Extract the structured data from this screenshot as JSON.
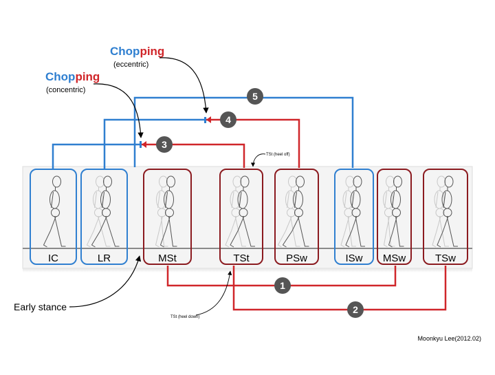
{
  "phases": [
    {
      "label": "IC",
      "color": "blue"
    },
    {
      "label": "LR",
      "color": "blue"
    },
    {
      "label": "MSt",
      "color": "red"
    },
    {
      "label": "TSt",
      "color": "red"
    },
    {
      "label": "PSw",
      "color": "red"
    },
    {
      "label": "ISw",
      "color": "blue"
    },
    {
      "label": "MSw",
      "color": "red"
    },
    {
      "label": "TSw",
      "color": "red"
    }
  ],
  "connections": [
    {
      "number": "1",
      "color": "red"
    },
    {
      "number": "2",
      "color": "red"
    },
    {
      "number": "3",
      "color": "red"
    },
    {
      "number": "4",
      "color": "red"
    },
    {
      "number": "5",
      "color": "blue"
    }
  ],
  "annotations": {
    "chopping_eccentric": {
      "word_blue": "Chop",
      "word_red": "ping",
      "subtitle": "(eccentric)"
    },
    "chopping_concentric": {
      "word_blue": "Chop",
      "word_red": "ping",
      "subtitle": "(concentric)"
    },
    "tst_heel_off": "TSt (heel off)",
    "tst_heel_down": "TSt (heel down)",
    "early_stance": "Early stance"
  },
  "credit": "Moonkyu Lee(2012.02)",
  "colors": {
    "blue": "#2f7fd0",
    "red": "#d0262a",
    "dark_red": "#8b1a1f",
    "badge": "#555555"
  }
}
